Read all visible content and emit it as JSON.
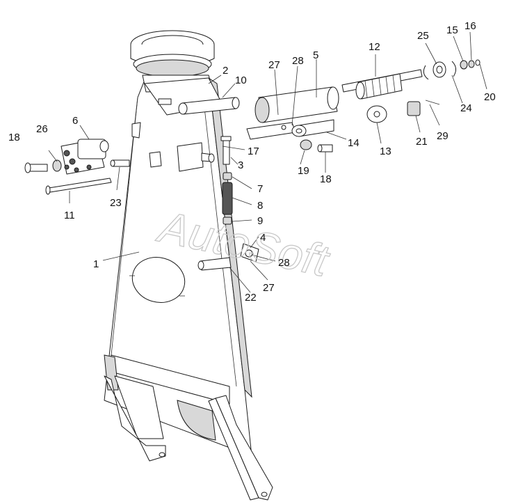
{
  "watermark": "AutoSoft",
  "callouts": [
    {
      "id": "c18a",
      "text": "18"
    },
    {
      "id": "c26",
      "text": "26"
    },
    {
      "id": "c6",
      "text": "6"
    },
    {
      "id": "c23",
      "text": "23"
    },
    {
      "id": "c11",
      "text": "11"
    },
    {
      "id": "c1",
      "text": "1"
    },
    {
      "id": "c2",
      "text": "2"
    },
    {
      "id": "c10",
      "text": "10"
    },
    {
      "id": "c27a",
      "text": "27"
    },
    {
      "id": "c28a",
      "text": "28"
    },
    {
      "id": "c5",
      "text": "5"
    },
    {
      "id": "c12",
      "text": "12"
    },
    {
      "id": "c25",
      "text": "25"
    },
    {
      "id": "c15",
      "text": "15"
    },
    {
      "id": "c16",
      "text": "16"
    },
    {
      "id": "c20",
      "text": "20"
    },
    {
      "id": "c24",
      "text": "24"
    },
    {
      "id": "c29",
      "text": "29"
    },
    {
      "id": "c21",
      "text": "21"
    },
    {
      "id": "c13",
      "text": "13"
    },
    {
      "id": "c14",
      "text": "14"
    },
    {
      "id": "c19",
      "text": "19"
    },
    {
      "id": "c18b",
      "text": "18"
    },
    {
      "id": "c17",
      "text": "17"
    },
    {
      "id": "c3",
      "text": "3"
    },
    {
      "id": "c7",
      "text": "7"
    },
    {
      "id": "c8",
      "text": "8"
    },
    {
      "id": "c9",
      "text": "9"
    },
    {
      "id": "c4",
      "text": "4"
    },
    {
      "id": "c28b",
      "text": "28"
    },
    {
      "id": "c27b",
      "text": "27"
    },
    {
      "id": "c22",
      "text": "22"
    }
  ]
}
